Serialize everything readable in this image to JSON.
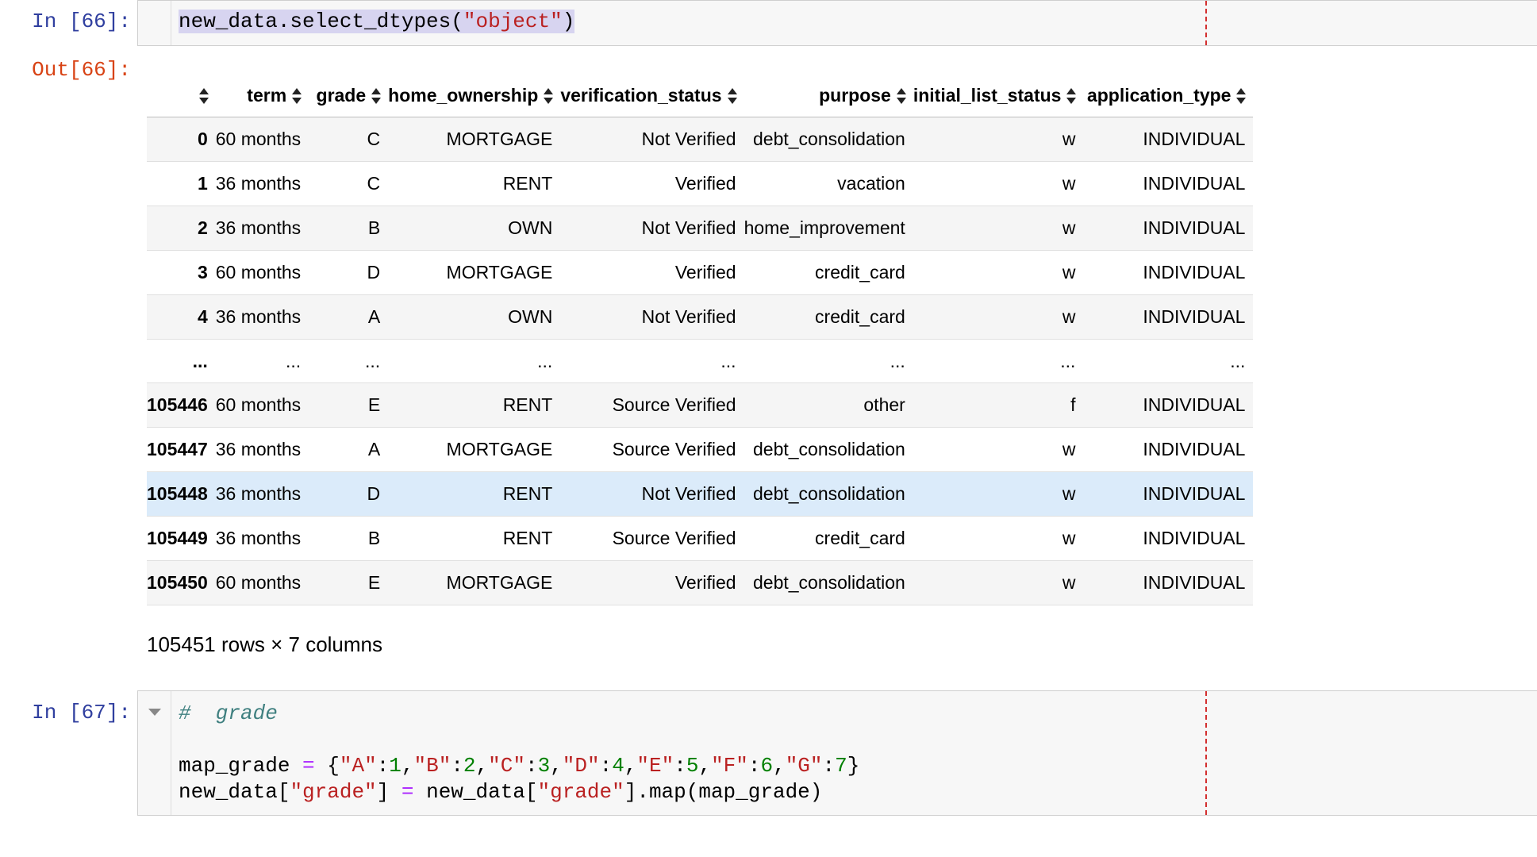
{
  "cell66": {
    "in_prompt": "In [66]:",
    "out_prompt": "Out[66]:",
    "code": {
      "obj": "new_data.select_dtypes(",
      "arg": "\"object\"",
      "close": ")"
    }
  },
  "table": {
    "columns": [
      "",
      "term",
      "grade",
      "home_ownership",
      "verification_status",
      "purpose",
      "initial_list_status",
      "application_type"
    ],
    "rows": [
      {
        "index": "0",
        "cells": [
          "60 months",
          "C",
          "MORTGAGE",
          "Not Verified",
          "debt_consolidation",
          "w",
          "INDIVIDUAL"
        ]
      },
      {
        "index": "1",
        "cells": [
          "36 months",
          "C",
          "RENT",
          "Verified",
          "vacation",
          "w",
          "INDIVIDUAL"
        ]
      },
      {
        "index": "2",
        "cells": [
          "36 months",
          "B",
          "OWN",
          "Not Verified",
          "home_improvement",
          "w",
          "INDIVIDUAL"
        ]
      },
      {
        "index": "3",
        "cells": [
          "60 months",
          "D",
          "MORTGAGE",
          "Verified",
          "credit_card",
          "w",
          "INDIVIDUAL"
        ]
      },
      {
        "index": "4",
        "cells": [
          "36 months",
          "A",
          "OWN",
          "Not Verified",
          "credit_card",
          "w",
          "INDIVIDUAL"
        ]
      },
      {
        "index": "...",
        "cells": [
          "...",
          "...",
          "...",
          "...",
          "...",
          "...",
          "..."
        ]
      },
      {
        "index": "105446",
        "cells": [
          "60 months",
          "E",
          "RENT",
          "Source Verified",
          "other",
          "f",
          "INDIVIDUAL"
        ]
      },
      {
        "index": "105447",
        "cells": [
          "36 months",
          "A",
          "MORTGAGE",
          "Source Verified",
          "debt_consolidation",
          "w",
          "INDIVIDUAL"
        ]
      },
      {
        "index": "105448",
        "cells": [
          "36 months",
          "D",
          "RENT",
          "Not Verified",
          "debt_consolidation",
          "w",
          "INDIVIDUAL"
        ]
      },
      {
        "index": "105449",
        "cells": [
          "36 months",
          "B",
          "RENT",
          "Source Verified",
          "credit_card",
          "w",
          "INDIVIDUAL"
        ]
      },
      {
        "index": "105450",
        "cells": [
          "60 months",
          "E",
          "MORTGAGE",
          "Verified",
          "debt_consolidation",
          "w",
          "INDIVIDUAL"
        ]
      }
    ],
    "summary": "105451 rows × 7 columns"
  },
  "cell67": {
    "in_prompt": "In [67]:",
    "comment": "#  grade",
    "line2": {
      "var": "map_grade ",
      "eq": "=",
      "open": " {",
      "pairs": [
        {
          "k": "\"A\"",
          "v": "1"
        },
        {
          "k": "\"B\"",
          "v": "2"
        },
        {
          "k": "\"C\"",
          "v": "3"
        },
        {
          "k": "\"D\"",
          "v": "4"
        },
        {
          "k": "\"E\"",
          "v": "5"
        },
        {
          "k": "\"F\"",
          "v": "6"
        },
        {
          "k": "\"G\"",
          "v": "7"
        }
      ],
      "close": "}"
    },
    "line3": {
      "a": "new_data[",
      "s1": "\"grade\"",
      "b": "] ",
      "eq": "=",
      "c": " new_data[",
      "s2": "\"grade\"",
      "d": "].map(map_grade)"
    }
  }
}
